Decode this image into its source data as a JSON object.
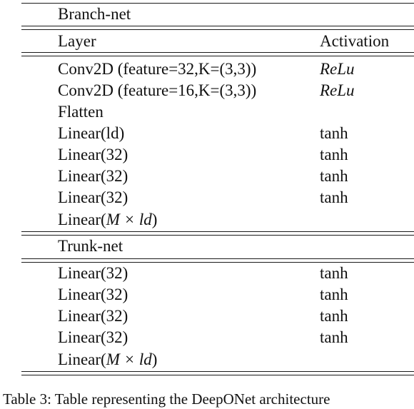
{
  "table": {
    "branch_title": "Branch-net",
    "header": {
      "layer": "Layer",
      "activation": "Activation"
    },
    "branch_rows": [
      {
        "layer": "Conv2D (feature=32,K=(3,3))",
        "activation": "ReLu"
      },
      {
        "layer": "Conv2D (feature=16,K=(3,3))",
        "activation": "ReLu"
      },
      {
        "layer": "Flatten",
        "activation": ""
      },
      {
        "layer": "Linear(ld)",
        "activation": "tanh"
      },
      {
        "layer": "Linear(32)",
        "activation": "tanh"
      },
      {
        "layer": "Linear(32)",
        "activation": "tanh"
      },
      {
        "layer": "Linear(32)",
        "activation": "tanh"
      },
      {
        "layer_prefix": "Linear(",
        "layer_math": "M × ld",
        "layer_suffix": ")",
        "activation": ""
      }
    ],
    "trunk_title": "Trunk-net",
    "trunk_rows": [
      {
        "layer": "Linear(32)",
        "activation": "tanh"
      },
      {
        "layer": "Linear(32)",
        "activation": "tanh"
      },
      {
        "layer": "Linear(32)",
        "activation": "tanh"
      },
      {
        "layer": "Linear(32)",
        "activation": "tanh"
      },
      {
        "layer_prefix": "Linear(",
        "layer_math": "M × ld",
        "layer_suffix": ")",
        "activation": ""
      }
    ]
  },
  "caption": "Table 3: Table representing the DeepONet architecture"
}
